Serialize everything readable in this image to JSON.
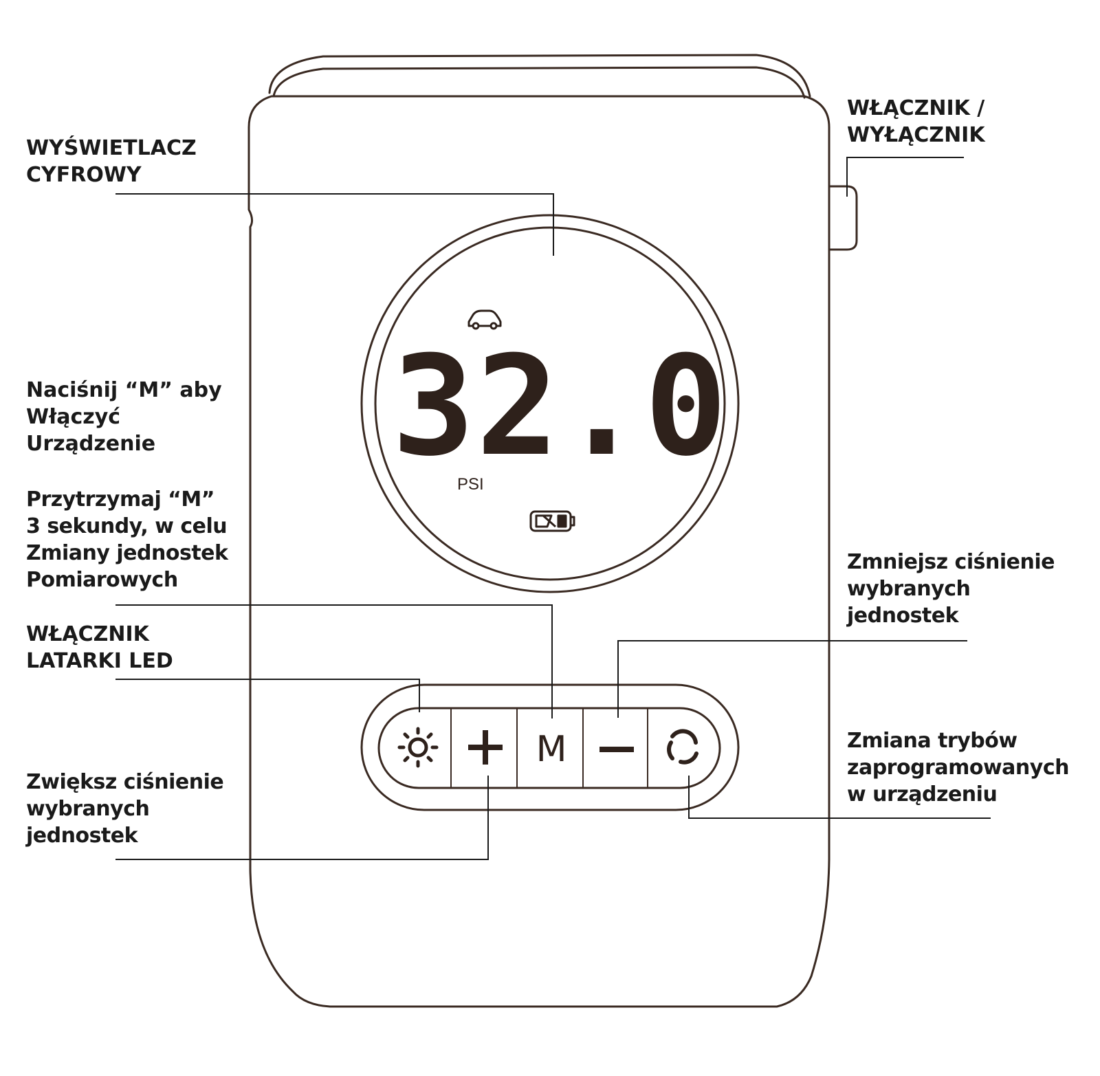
{
  "labels": {
    "display": [
      "WYŚWIETLACZ",
      "CYFROWY"
    ],
    "power": [
      "WŁĄCZNIK /",
      "WYŁĄCZNIK"
    ],
    "press_m": [
      "Naciśnij “M” aby",
      "Włączyć",
      "Urządzenie"
    ],
    "hold_m": [
      "Przytrzymaj “M”",
      "3 sekundy, w celu",
      "Zmiany jednostek",
      "Pomiarowych"
    ],
    "led": [
      "WŁĄCZNIK",
      "LATARKI LED"
    ],
    "decrease": [
      "Zmniejsz ciśnienie",
      "wybranych",
      "jednostek"
    ],
    "modes": [
      "Zmiana trybów",
      "zaprogramowanych",
      "w urządzeniu"
    ],
    "increase": [
      "Zwiększ ciśnienie",
      "wybranych",
      "jednostek"
    ]
  },
  "display": {
    "reading": "32.0",
    "unit": "PSI",
    "icons": [
      "car-icon",
      "battery-icon"
    ]
  },
  "buttons": [
    {
      "name": "led-button",
      "icon": "sun-icon"
    },
    {
      "name": "plus-button",
      "icon": "plus-icon"
    },
    {
      "name": "m-button",
      "text": "M"
    },
    {
      "name": "minus-button",
      "icon": "minus-icon"
    },
    {
      "name": "mode-button",
      "icon": "cycle-icon"
    }
  ],
  "colors": {
    "outline": "#3a2a22",
    "text": "#1a1a1a",
    "lcd": "#2e211b"
  }
}
